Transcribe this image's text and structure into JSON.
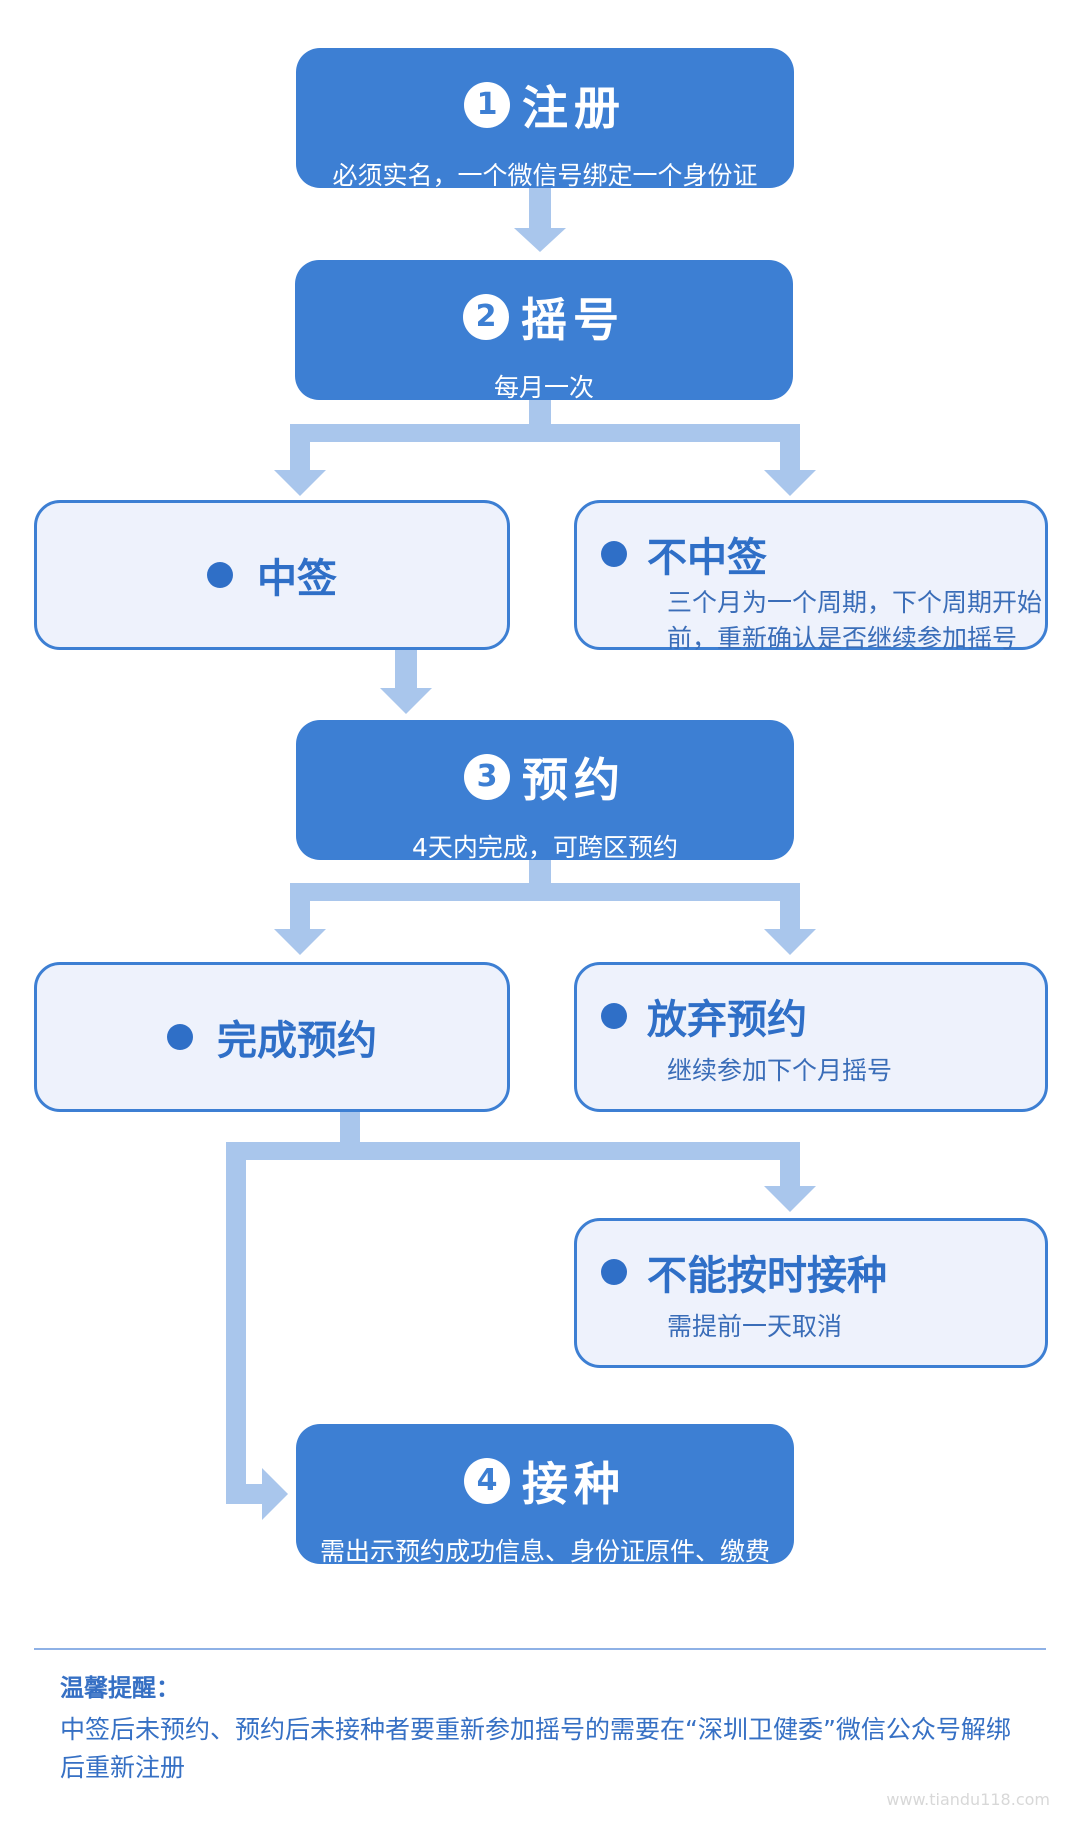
{
  "steps": [
    {
      "num": "1",
      "title": "注册",
      "sub": "必须实名，一个微信号绑定一个身份证"
    },
    {
      "num": "2",
      "title": "摇号",
      "sub": "每月一次"
    },
    {
      "num": "3",
      "title": "预约",
      "sub": "4天内完成，可跨区预约"
    },
    {
      "num": "4",
      "title": "接种",
      "sub": "需出示预约成功信息、身份证原件、缴费"
    }
  ],
  "branches": {
    "won": {
      "title": "中签"
    },
    "not_won": {
      "title": "不中签",
      "sub": "三个月为一个周期，下个周期开始前，重新确认是否继续参加摇号"
    },
    "booked": {
      "title": "完成预约"
    },
    "gave_up": {
      "title": "放弃预约",
      "sub": "继续参加下个月摇号"
    },
    "cannot_attend": {
      "title": "不能按时接种",
      "sub": "需提前一天取消"
    }
  },
  "note": {
    "title": "温馨提醒：",
    "text": "中签后未预约、预约后未接种者要重新参加摇号的需要在“深圳卫健委”微信公众号解绑后重新注册"
  },
  "watermark": "www.tiandu118.com",
  "colors": {
    "step_fill": "#3d7fd3",
    "branch_fill": "#eef2fc",
    "connector": "#a9c6ec",
    "text_blue": "#2f6fc7"
  }
}
